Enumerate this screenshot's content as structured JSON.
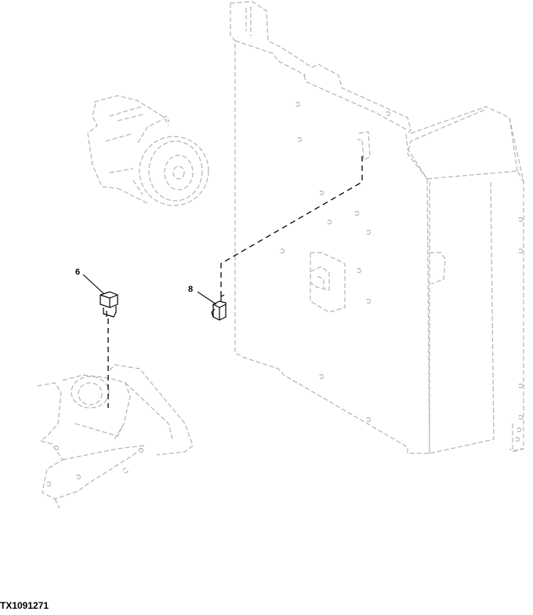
{
  "callouts": {
    "part_6": "6",
    "part_8": "8"
  },
  "figure_id": "TX1091271",
  "colors": {
    "ghost_line": "#b3b3b3",
    "part_line": "#000000",
    "leader_dash": "#000000"
  }
}
